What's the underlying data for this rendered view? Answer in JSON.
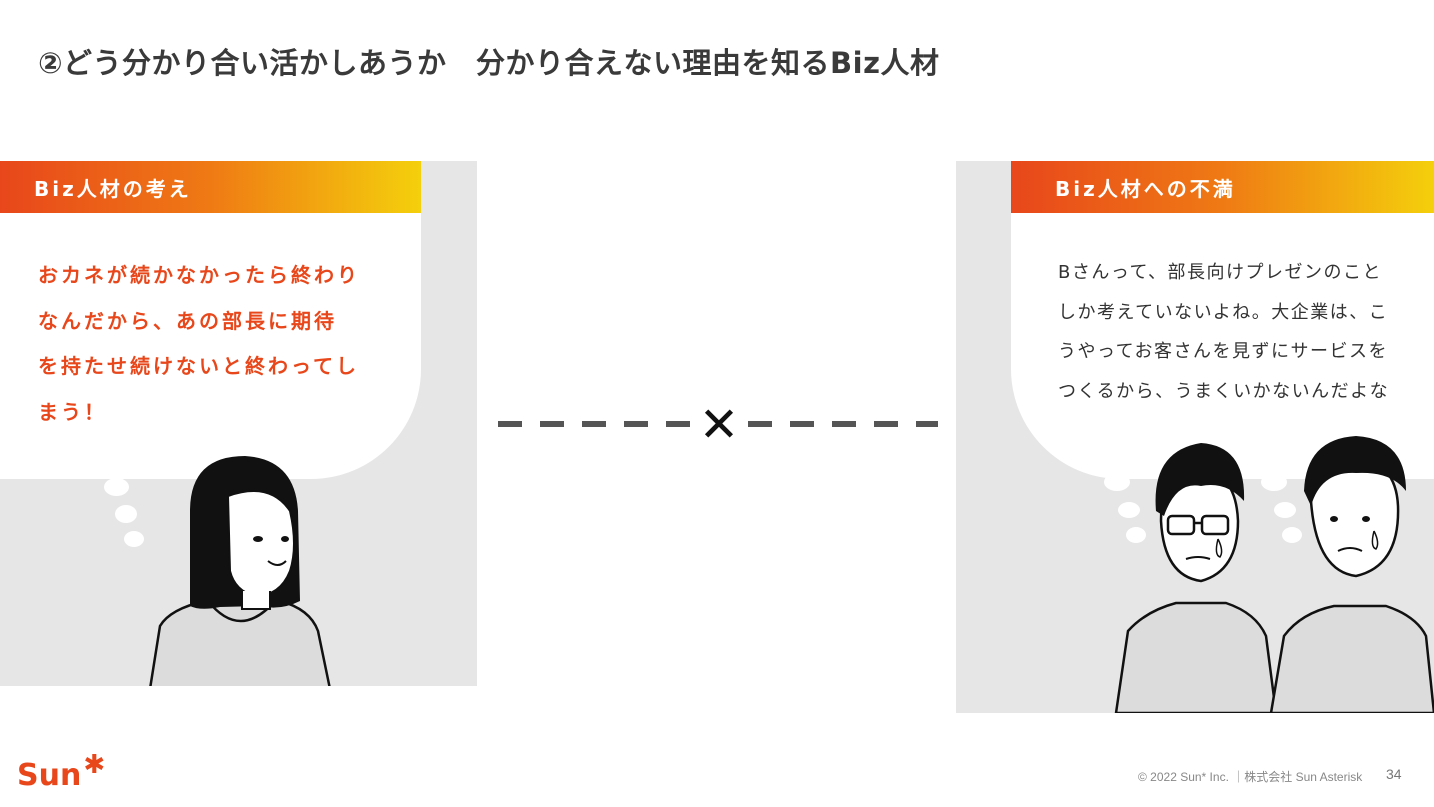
{
  "slide": {
    "title": "②どう分かり合い活かしあうか　分かり合えない理由を知るBiz人材"
  },
  "left_panel": {
    "header": "Biz人材の考え",
    "quote_lines": [
      "おカネが続かなかったら終わり",
      "なんだから、あの部長に期待",
      "を持たせ続けないと終わってし",
      "まう！"
    ]
  },
  "right_panel": {
    "header": "Biz人材への不満",
    "quote_lines": [
      "Bさんって、部長向けプレゼンのこと",
      "しか考えていないよね。大企業は、こ",
      "うやってお客さんを見ずにサービスを",
      "つくるから、うまくいかないんだよな"
    ]
  },
  "versus": {
    "symbol": "✕"
  },
  "footer": {
    "logo_text": "Sun",
    "logo_mark": "✱",
    "copyright": "© 2022 Sun* Inc.  ｜株式会社 Sun Asterisk",
    "page_number": "34"
  },
  "colors": {
    "accent": "#e8471b",
    "gradient_mid": "#ef7a14",
    "gradient_end": "#f4d00c",
    "panel_gray": "#e6e6e6"
  }
}
